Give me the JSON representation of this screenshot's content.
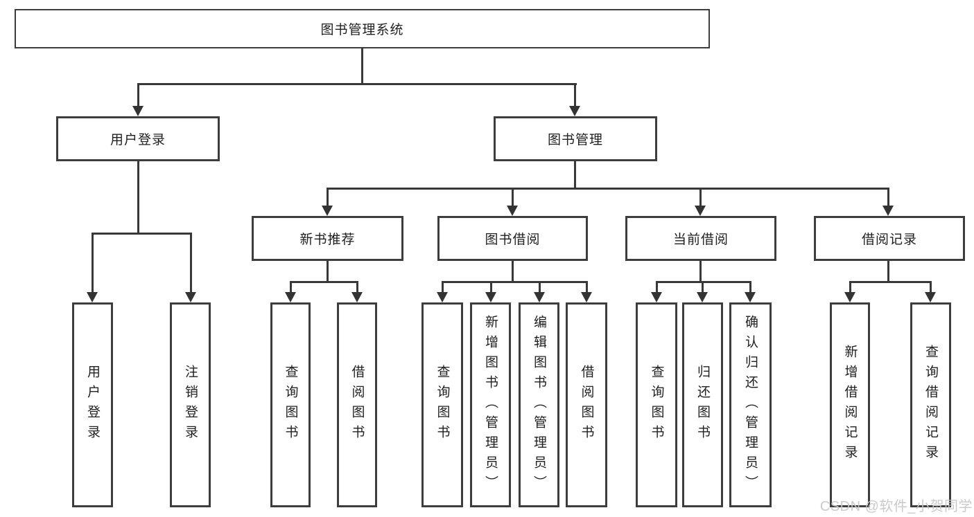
{
  "diagram": {
    "root": {
      "label": "图书管理系统"
    },
    "level2": [
      {
        "label": "用户登录"
      },
      {
        "label": "图书管理"
      }
    ],
    "level3": [
      {
        "label": "新书推荐"
      },
      {
        "label": "图书借阅"
      },
      {
        "label": "当前借阅"
      },
      {
        "label": "借阅记录"
      }
    ],
    "leaves": {
      "user_login": "用户登录",
      "logout": "注销登录",
      "rec_query_book": "查询图书",
      "rec_borrow_book": "借阅图书",
      "bor_query_book": "查询图书",
      "bor_add_book": "新增图书（管理员）",
      "bor_edit_book": "编辑图书（管理员）",
      "bor_borrow_book": "借阅图书",
      "cur_query_book": "查询图书",
      "cur_return_book": "归还图书",
      "cur_confirm_return": "确认归还（管理员）",
      "rec2_add_record": "新增借阅记录",
      "rec2_query_record": "查询借阅记录"
    }
  },
  "watermark": {
    "text": "CSDN @软件_小贺同学",
    "color": "#c8c8c8"
  },
  "colors": {
    "line": "#383838",
    "border": "#3d3d3d",
    "text": "#1f1f1f",
    "background": "#ffffff"
  }
}
